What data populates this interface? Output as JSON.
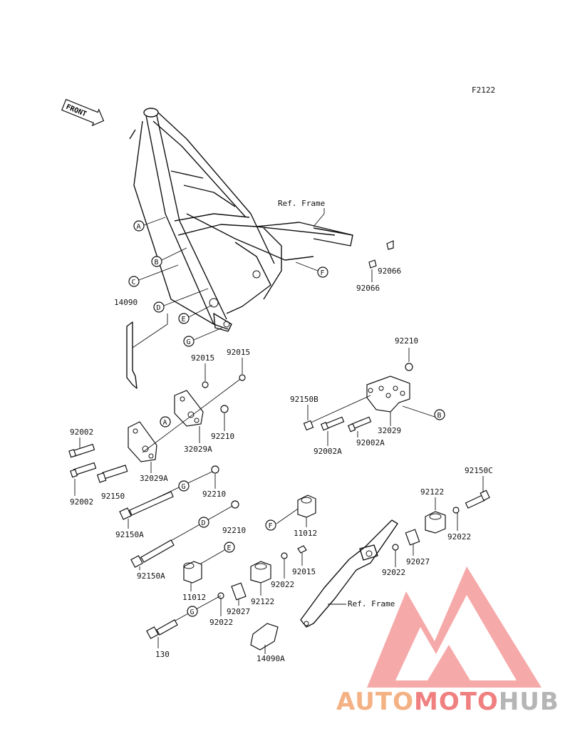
{
  "figure_code": "F2122",
  "front_label": "FRONT",
  "ref_frame_labels": [
    "Ref. Frame",
    "Ref. Frame"
  ],
  "callouts": [
    "A",
    "B",
    "C",
    "D",
    "E",
    "F",
    "G"
  ],
  "part_numbers": {
    "p14090": "14090",
    "p14090A": "14090A",
    "p92066a": "92066",
    "p92066b": "92066",
    "p92015a": "92015",
    "p92015b": "92015",
    "p92015c": "92015",
    "p92210a": "92210",
    "p92210b": "92210",
    "p92210c": "92210",
    "p92210d": "92210",
    "p92150B": "92150B",
    "p32029": "32029",
    "p32029A": "32029A",
    "p32029Ab": "32029A",
    "p92002A": "92002A",
    "p92002Ab": "92002A",
    "p92002a": "92002",
    "p92002b": "92002",
    "p92150": "92150",
    "p92150A": "92150A",
    "p92150Ab": "92150A",
    "p92150C": "92150C",
    "p92122a": "92122",
    "p92122b": "92122",
    "p92022a": "92022",
    "p92022b": "92022",
    "p92022c": "92022",
    "p92022d": "92022",
    "p92027a": "92027",
    "p92027b": "92027",
    "p11012a": "11012",
    "p11012b": "11012",
    "p130": "130"
  },
  "watermark": {
    "part1": "AUTO",
    "part2": "MOTO",
    "part3": "HUB",
    "colors": {
      "orange": "#f4b183",
      "red": "#f08080",
      "gray": "#b5b5b5"
    }
  }
}
